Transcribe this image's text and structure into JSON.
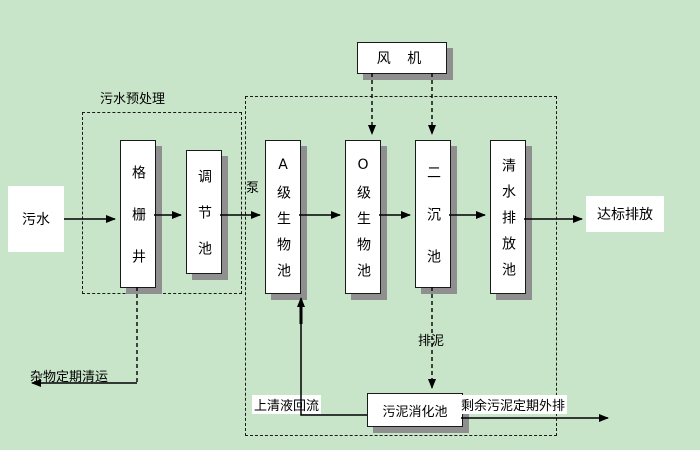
{
  "colors": {
    "background": "#c9e5c9",
    "box_fill": "#ffffff",
    "box_border": "#1a1a1a",
    "box_shadow": "#8f8f8f",
    "line": "#000000"
  },
  "nodes": {
    "influent": "污水",
    "fan": "风 机",
    "grid_well": "格栅井",
    "regulating_tank": "调节池",
    "a_bio_tank": "A级生物池",
    "o_bio_tank": "O级生物池",
    "secondary_sed_tank": "二沉池",
    "clear_water_tank": "清水排放池",
    "sludge_digestion_tank": "污泥消化池"
  },
  "labels": {
    "pretreatment": "污水预处理",
    "pump": "泵",
    "effluent": "达标排放",
    "debris_removal": "杂物定期清运",
    "supernatant_return": "上清液回流",
    "sludge_discharge": "排泥",
    "excess_sludge": "剩余污泥定期外排"
  }
}
